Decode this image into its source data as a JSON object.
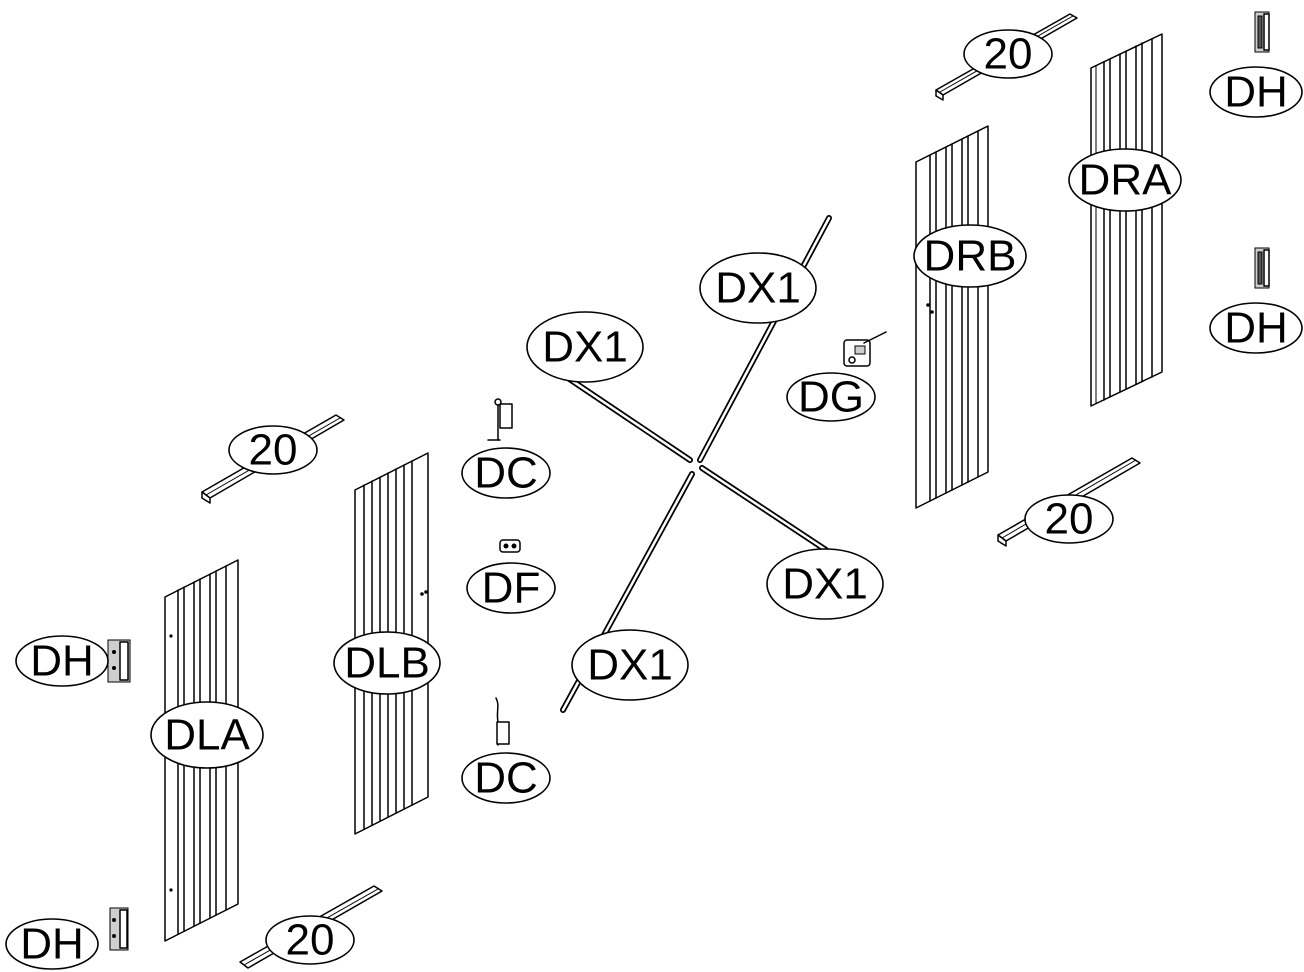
{
  "diagram": {
    "type": "exploded assembly drawing",
    "colors": {
      "line": "#000000",
      "background": "#ffffff",
      "shade": "#cfcfcf"
    },
    "labels": {
      "rail_top_right": "20",
      "rail_right_lower": "20",
      "rail_left_upper": "20",
      "rail_bottom": "20",
      "hinge_top_right": "DH",
      "hinge_right_mid": "DH",
      "hinge_left_mid": "DH",
      "hinge_bottom_left": "DH",
      "panel_dra": "DRA",
      "panel_drb": "DRB",
      "panel_dla": "DLA",
      "panel_dlb": "DLB",
      "brace_upper_right": "DX1",
      "brace_upper_left": "DX1",
      "brace_lower_right": "DX1",
      "brace_lower_left": "DX1",
      "latch_dg": "DG",
      "latch_dc_top": "DC",
      "latch_dc_bottom": "DC",
      "latch_df": "DF"
    }
  }
}
